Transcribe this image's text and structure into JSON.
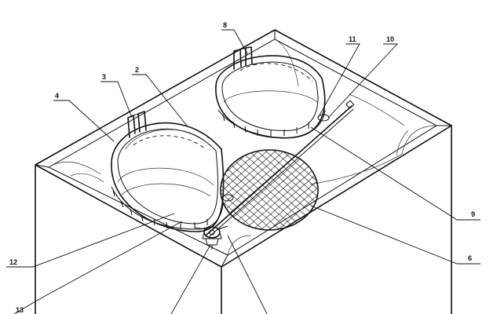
{
  "labels": {
    "l2": "2",
    "l3": "3",
    "l4": "4",
    "l6": "6",
    "l8": "8",
    "l9": "9",
    "l10": "10",
    "l11": "11",
    "l12": "12",
    "l13": "13"
  },
  "colors": {
    "ink": "#111111",
    "paper": "#ffffff"
  }
}
